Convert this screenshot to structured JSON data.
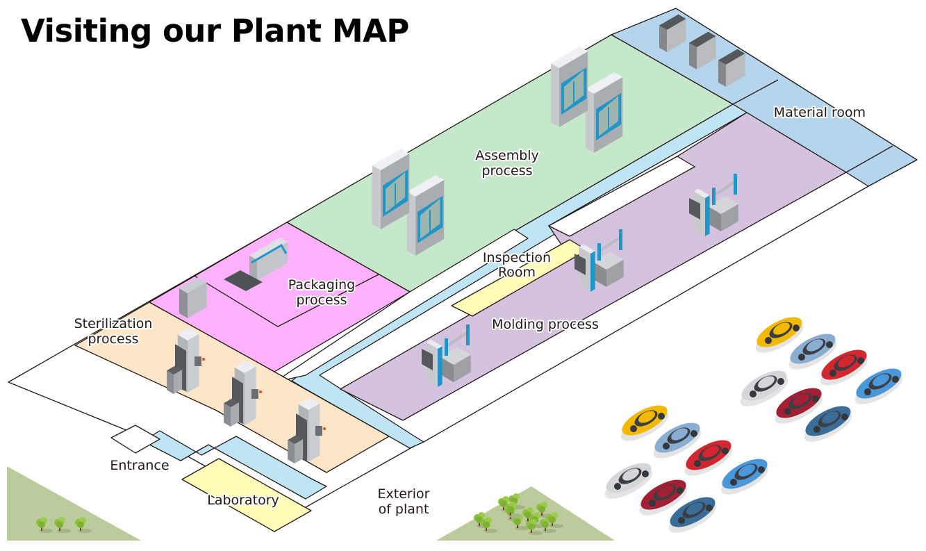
{
  "title": "Visiting our Plant MAP",
  "colors": {
    "assembly": "#c5e8cb",
    "material": "#b4d5eb",
    "corridor": "#bfe4f4",
    "molding": "#d5c2df",
    "packaging": "#feb2fd",
    "sterilization": "#fde6c8",
    "inspection": "#fdfdb7",
    "laboratory": "#fdfdb7",
    "lawn": "#bccb9b",
    "outline": "#231815"
  },
  "zones": [
    {
      "id": "assembly",
      "label_lines": [
        "Assembly",
        "process"
      ]
    },
    {
      "id": "material",
      "label_lines": [
        "Material room"
      ]
    },
    {
      "id": "packaging",
      "label_lines": [
        "Packaging",
        "process"
      ]
    },
    {
      "id": "sterilization",
      "label_lines": [
        "Sterilization",
        "process"
      ]
    },
    {
      "id": "inspection",
      "label_lines": [
        "Inspection",
        "Room"
      ]
    },
    {
      "id": "molding",
      "label_lines": [
        "Molding process"
      ]
    },
    {
      "id": "laboratory",
      "label_lines": [
        "Laboratory"
      ]
    },
    {
      "id": "entrance",
      "label_lines": [
        "Entrance"
      ]
    },
    {
      "id": "exterior",
      "label_lines": [
        "Exterior",
        "of plant"
      ]
    }
  ],
  "equipment": {
    "assembly_benches": 4,
    "material_bins": 3,
    "packaging_machines": 2,
    "sterilizers": 3,
    "molding_machines": 3
  },
  "parking": {
    "cars": [
      {
        "color": "#f3b800",
        "type": "hatchback"
      },
      {
        "color": "#8aaed2",
        "type": "hatchback"
      },
      {
        "color": "#d22630",
        "type": "hatchback"
      },
      {
        "color": "#d4d6d9",
        "type": "sedan"
      },
      {
        "color": "#a31f34",
        "type": "sedan"
      },
      {
        "color": "#4a97d9",
        "type": "hatchback"
      },
      {
        "color": "#3a6d98",
        "type": "sedan"
      },
      {
        "color": "#f3b800",
        "type": "hatchback"
      },
      {
        "color": "#8aaed2",
        "type": "hatchback"
      },
      {
        "color": "#d22630",
        "type": "hatchback"
      },
      {
        "color": "#d4d6d9",
        "type": "sedan"
      },
      {
        "color": "#a31f34",
        "type": "sedan"
      },
      {
        "color": "#4a97d9",
        "type": "hatchback"
      },
      {
        "color": "#3a6d98",
        "type": "sedan"
      }
    ]
  }
}
